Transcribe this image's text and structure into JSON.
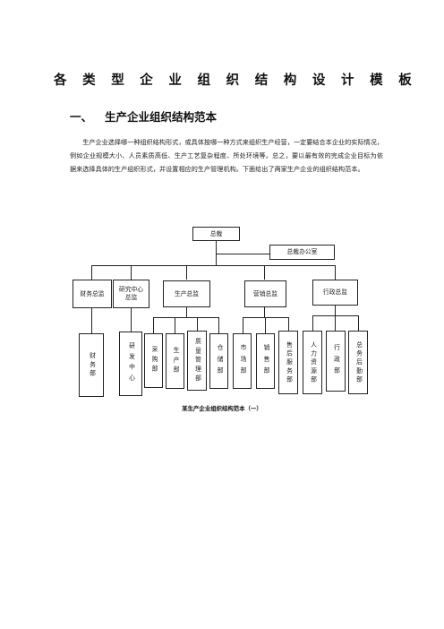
{
  "document": {
    "title": "各类型企业组织结构设计模板",
    "section_number": "一、",
    "section_title": "生产企业组织结构范本",
    "paragraph": "生产企业选择哪一种组织结构形式，或具体按哪一种方式来组织生产经营，一定要结合本企业的实际情况，例如企业规模大小、人员素质高低、生产工艺复杂程度、所处环境等。总之，要以最有效的完成企业目标为依据来选择具体的生产组织形式，并设置相应的生产管理机构。下面给出了两家生产企业的组织结构范本。",
    "caption": "某生产企业组织结构范本（一）"
  },
  "org_chart": {
    "root": "总裁",
    "office": "总裁办公室",
    "directors": [
      "财务总监",
      "研究中心总监",
      "生产总监",
      "营销总监",
      "行政总监"
    ],
    "departments": {
      "finance": [
        "财务部"
      ],
      "research": [
        "研发中心"
      ],
      "production": [
        "采购部",
        "生产部",
        "质量管理部",
        "仓储部"
      ],
      "marketing": [
        "市场部",
        "销售部",
        "售后服务部"
      ],
      "admin": [
        "人力资源部",
        "行政部",
        "总务后勤部"
      ]
    }
  }
}
